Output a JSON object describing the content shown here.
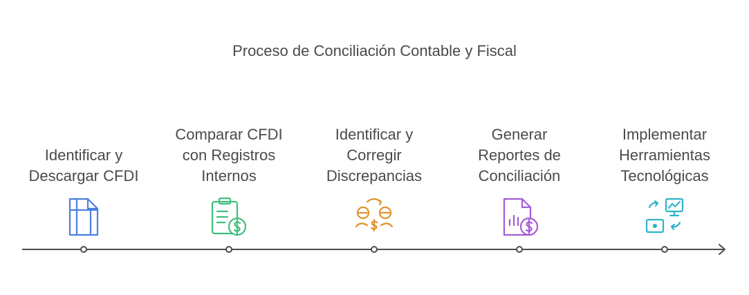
{
  "diagram": {
    "title": "Proceso de Conciliación Contable y Fiscal",
    "steps": [
      {
        "label": "Identificar y\nDescargar CFDI",
        "icon": "document-columns-icon",
        "color": "#4a7fe0"
      },
      {
        "label": "Comparar CFDI\ncon Registros\nInternos",
        "icon": "clipboard-dollar-icon",
        "color": "#3dbf7a"
      },
      {
        "label": "Identificar y\nCorregir\nDiscrepancias",
        "icon": "coins-exchange-icon",
        "color": "#e0922a"
      },
      {
        "label": "Generar\nReportes de\nConciliación",
        "icon": "report-dollar-icon",
        "color": "#a45ad6"
      },
      {
        "label": "Implementar\nHerramientas\nTecnológicas",
        "icon": "tech-tools-icon",
        "color": "#2fb3c9"
      }
    ]
  }
}
